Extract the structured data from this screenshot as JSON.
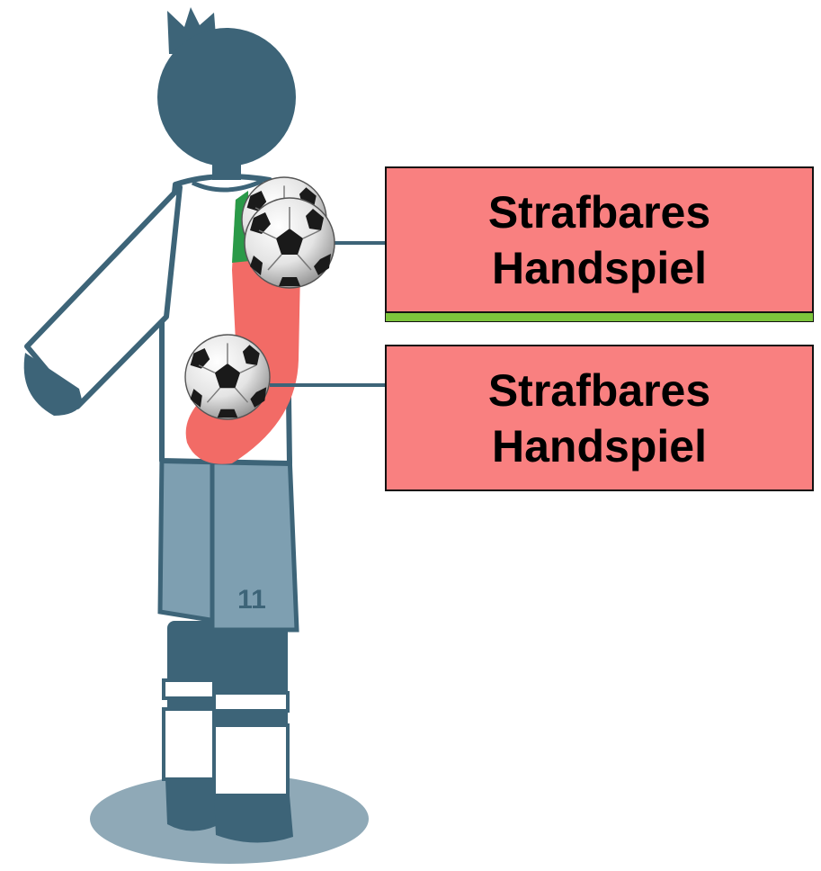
{
  "labels": {
    "upper": {
      "line1": "Strafbares",
      "line2": "Handspiel",
      "accent_color": "#7cc43c"
    },
    "lower": {
      "line1": "Strafbares",
      "line2": "Handspiel"
    }
  },
  "player": {
    "shorts_number": "11"
  },
  "colors": {
    "box_fill": "#f98080",
    "arm_highlight": "#f26b66",
    "player_dark": "#3d6478",
    "shorts": "#7e9fb1",
    "shadow": "#8fa9b7"
  },
  "icons": [
    "soccer-ball-icon"
  ]
}
